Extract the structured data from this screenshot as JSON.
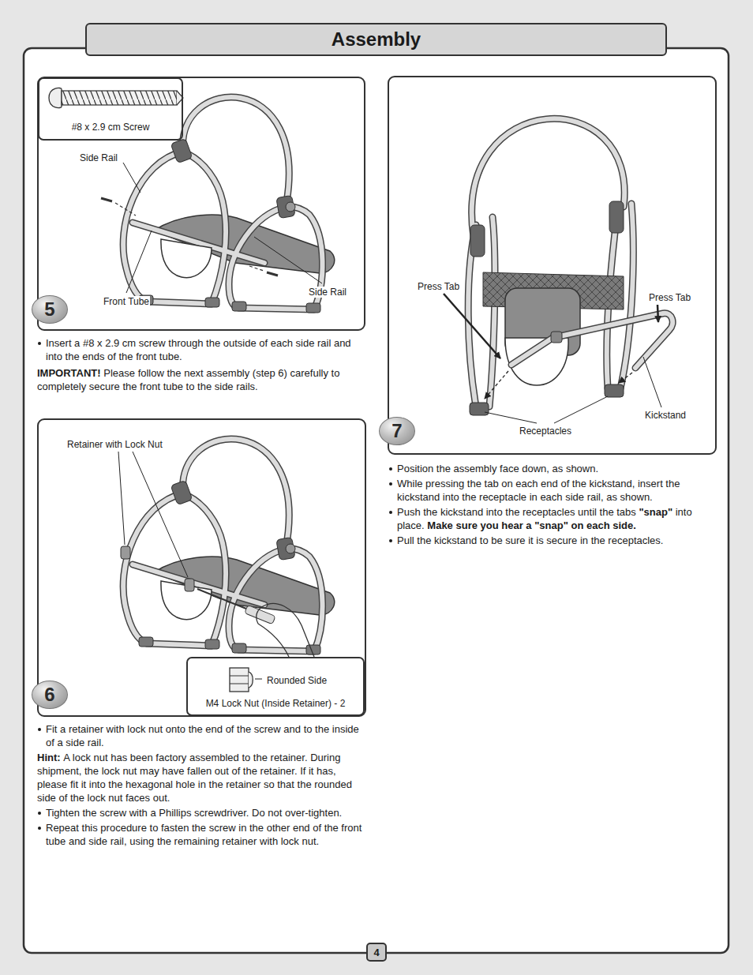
{
  "diagram": {
    "title": "Assembly",
    "nodes": [
      {
        "text": [
          "#8 x 2.9 cm Screw"
        ]
      },
      {
        "text": [
          "5"
        ]
      },
      {
        "text": [
          "Rounded Side",
          "M4 Lock Nut (Inside Retainer) - 2"
        ]
      },
      {
        "text": [
          "6"
        ]
      },
      {
        "text": [
          "7"
        ]
      },
      {
        "text": [
          "4"
        ]
      }
    ],
    "labels": [
      "Side Rail",
      "Front Tube",
      "Side Rail",
      "Retainer with Lock Nut",
      "Press Tab",
      "Press Tab",
      "Receptacles",
      "Kickstand",
      "Insert a #8 x 2.9 cm screw through the outside of each side rail and into the ends of the front tube.",
      "IMPORTANT!",
      "Please follow the next assembly (step 6) carefully to completely secure the front tube to the side rails.",
      "Fit a retainer with lock nut onto the end of the screw and to the inside of a side rail.",
      "Hint:",
      "A lock nut has been factory assembled to the retainer. During shipment, the lock nut may have fallen out of the retainer. If it has, please fit it into the hexagonal hole in the retainer so that the rounded side of the lock nut faces out.",
      "Tighten the screw with a Phillips screwdriver. Do not over-tighten.",
      "Repeat this procedure to fasten the screw in the other end of the front tube and side rail, using the remaining retainer with lock nut.",
      "Position the assembly face down, as shown.",
      "While pressing the tab on each end of the kickstand, insert the kickstand into the receptacle in each side rail, as shown.",
      "Push the kickstand into the receptacles until the tabs",
      "\"snap\"",
      "into place.",
      "Make sure you hear a \"snap\" on each side.",
      "Pull the kickstand to be sure it is secure in the receptacles."
    ]
  }
}
